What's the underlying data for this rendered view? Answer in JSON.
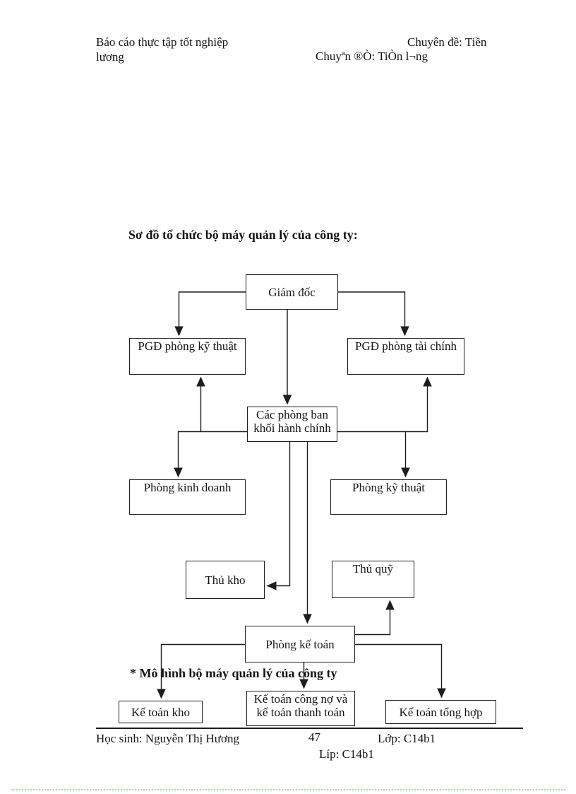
{
  "header": {
    "left_line1": "Báo cáo thực tập tốt nghiệp",
    "left_line2": "lương",
    "right_line1": "Chuyên đề: Tiền",
    "right_line2": "Chuyªn ®Ò: TiÒn l¬ng"
  },
  "title": "Sơ đồ tổ chức bộ máy quản lý của công ty:",
  "subtitle": "* Mô hình bộ máy quản lý của công ty",
  "diagram": {
    "nodes": {
      "giam_doc": "Giám đốc",
      "pgd_ky_thuat": "PGĐ phòng kỹ thuật",
      "pgd_tai_chinh": "PGĐ phòng tài chính",
      "cac_phong_ban": "Các phòng ban khối hành chính",
      "phong_kinh_doanh": "Phòng kinh doanh",
      "phong_ky_thuat": "Phòng kỹ thuật",
      "thu_kho": "Thủ kho",
      "thu_quy": "Thủ quỹ",
      "phong_ke_toan": "Phòng kế toán",
      "ke_toan_kho": "Kế toán kho",
      "ke_toan_cong_no": "Kế toán công nợ và kế toán thanh toán",
      "ke_toan_tong_hop": "Kế toán tổng hợp"
    }
  },
  "footer": {
    "student": "Học sinh: Nguyễn Thị Hương",
    "page_number": "47",
    "class_line1": "Lớp: C14b1",
    "class_line2": "Líp: C14b1"
  },
  "colors": {
    "line": "#1d1d1d",
    "dotted_page_border": "#9fdf9f",
    "background": "#ffffff"
  }
}
